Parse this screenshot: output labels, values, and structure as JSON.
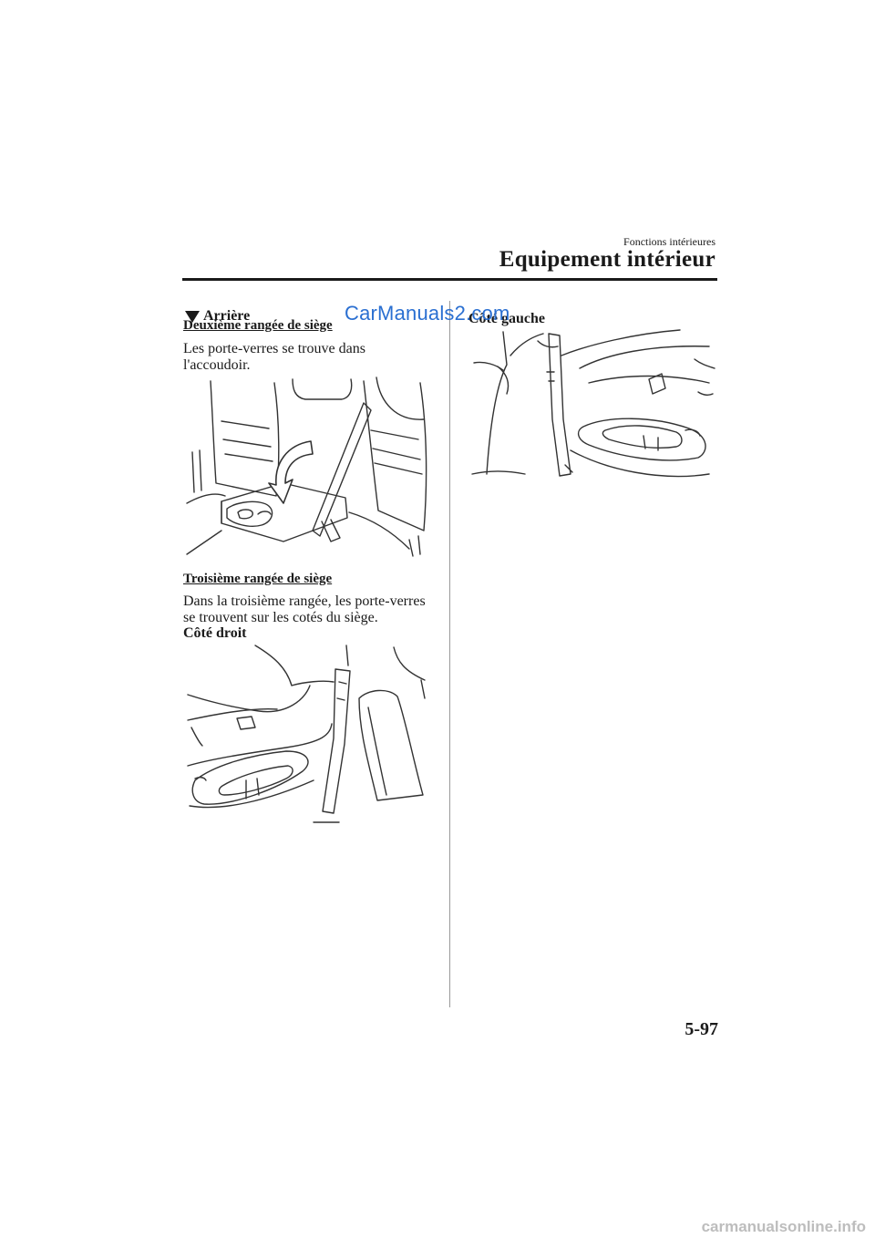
{
  "header": {
    "section": "Fonctions intérieures",
    "title": "Equipement intérieur"
  },
  "content": {
    "heading": "Arrière",
    "second_row": {
      "subheading": "Deuxième rangée de siège",
      "text_line1": "Les porte-verres se trouve dans",
      "text_line2": "l'accoudoir."
    },
    "third_row": {
      "subheading": "Troisième rangée de siège",
      "text_line1": "Dans la troisième rangée, les porte-verres",
      "text_line2": "se trouvent sur les cotés du siège.",
      "right_label": "Côté droit",
      "left_label": "Côté gauche"
    }
  },
  "watermark": "CarManuals2.com",
  "page_number": "5-97",
  "footer_watermark": "carmanualsonline.info"
}
